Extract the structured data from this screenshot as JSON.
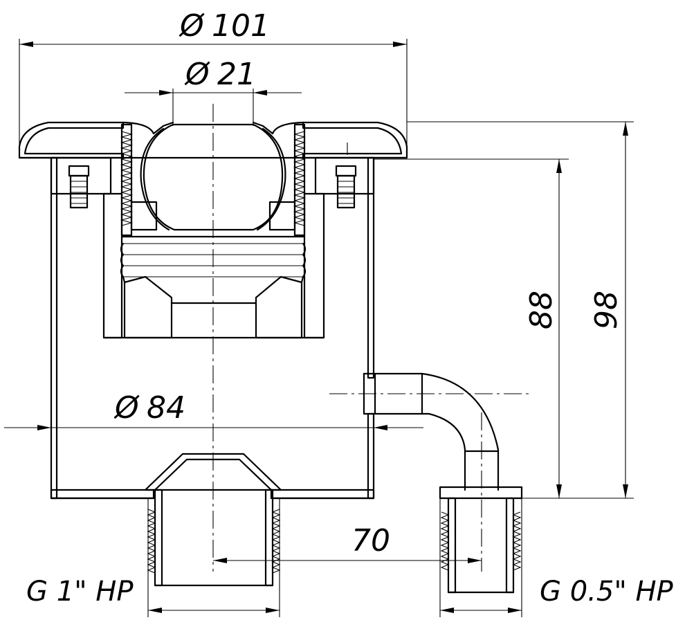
{
  "dimensions": {
    "outer_diameter": "101",
    "nozzle_diameter": "21",
    "body_diameter": "84",
    "body_height": "88",
    "total_height": "98",
    "center_distance": "70",
    "diameter_symbol": "Ø"
  },
  "threads": {
    "main": "G 1\" HP",
    "side": "G 0.5\" HP"
  },
  "colors": {
    "line": "#000000",
    "background": "#ffffff"
  }
}
